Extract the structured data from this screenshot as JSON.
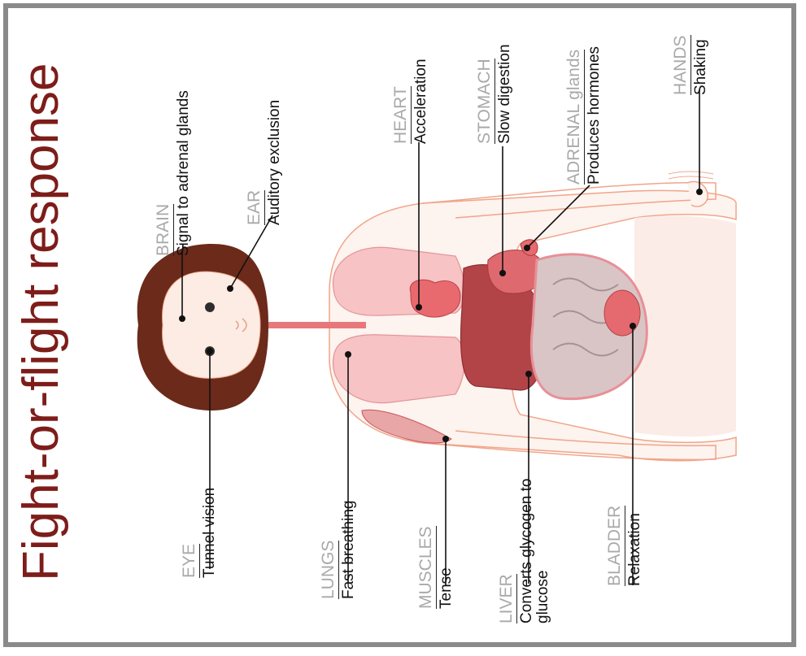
{
  "title": "Fight-or-flight response",
  "labels": {
    "brain": {
      "name": "BRAIN",
      "desc": "Signal to adrenal glands"
    },
    "ear": {
      "name": "EAR",
      "desc": "Auditory exclusion"
    },
    "heart": {
      "name": "HEART",
      "desc": "Acceleration"
    },
    "stomach": {
      "name": "STOMACH",
      "desc": "Slow digestion"
    },
    "adrenal": {
      "name": "ADRENAL glands",
      "desc": "Produces hormones"
    },
    "hands": {
      "name": "HANDS",
      "desc": "Shaking"
    },
    "eye": {
      "name": "EYE",
      "desc": "Tunnel vision"
    },
    "lungs": {
      "name": "LUNGS",
      "desc": "Fast breathing"
    },
    "muscles": {
      "name": "MUSCLES",
      "desc": "Tense"
    },
    "liver": {
      "name": "LIVER",
      "desc": "Converts glycogen to glucose"
    },
    "bladder": {
      "name": "BLADDER",
      "desc": "Relaxation"
    }
  },
  "colors": {
    "title": "#7d1d1a",
    "label_name": "#a9a9a9",
    "frame": "#8a8a8a",
    "hair": "#6b2a1a",
    "organ": "#c9545a"
  }
}
